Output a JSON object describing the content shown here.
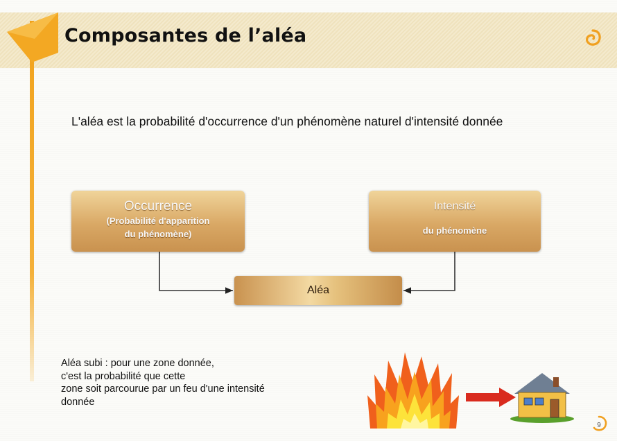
{
  "slide": {
    "title": "Composantes de l’aléa",
    "intro": "L'aléa est la probabilité d'occurrence d'un phénomène naturel d'intensité donnée",
    "page_number": "9"
  },
  "diagram": {
    "occurrence": {
      "title": "Occurrence",
      "subtitle_line1": "(Probabilité d'apparition",
      "subtitle_line2": "du phénomène)"
    },
    "intensite": {
      "title": "Intensité",
      "subtitle": "du phénomène"
    },
    "alea": {
      "title": "Aléa"
    }
  },
  "note": {
    "line1": "Aléa subi : pour une zone donnée,",
    "line2": "c'est la probabilité que cette",
    "line3": "zone soit parcourue par un feu d'une intensité",
    "line4": "donnée"
  },
  "illustration": {
    "left_icon": "fire-icon",
    "middle_icon": "red-arrow-icon",
    "right_icon": "house-icon"
  },
  "colors": {
    "accent": "#f1a21b",
    "box_gold": "#d9a865",
    "header_band": "#f4eacd",
    "arrow_red": "#d92b1e"
  }
}
